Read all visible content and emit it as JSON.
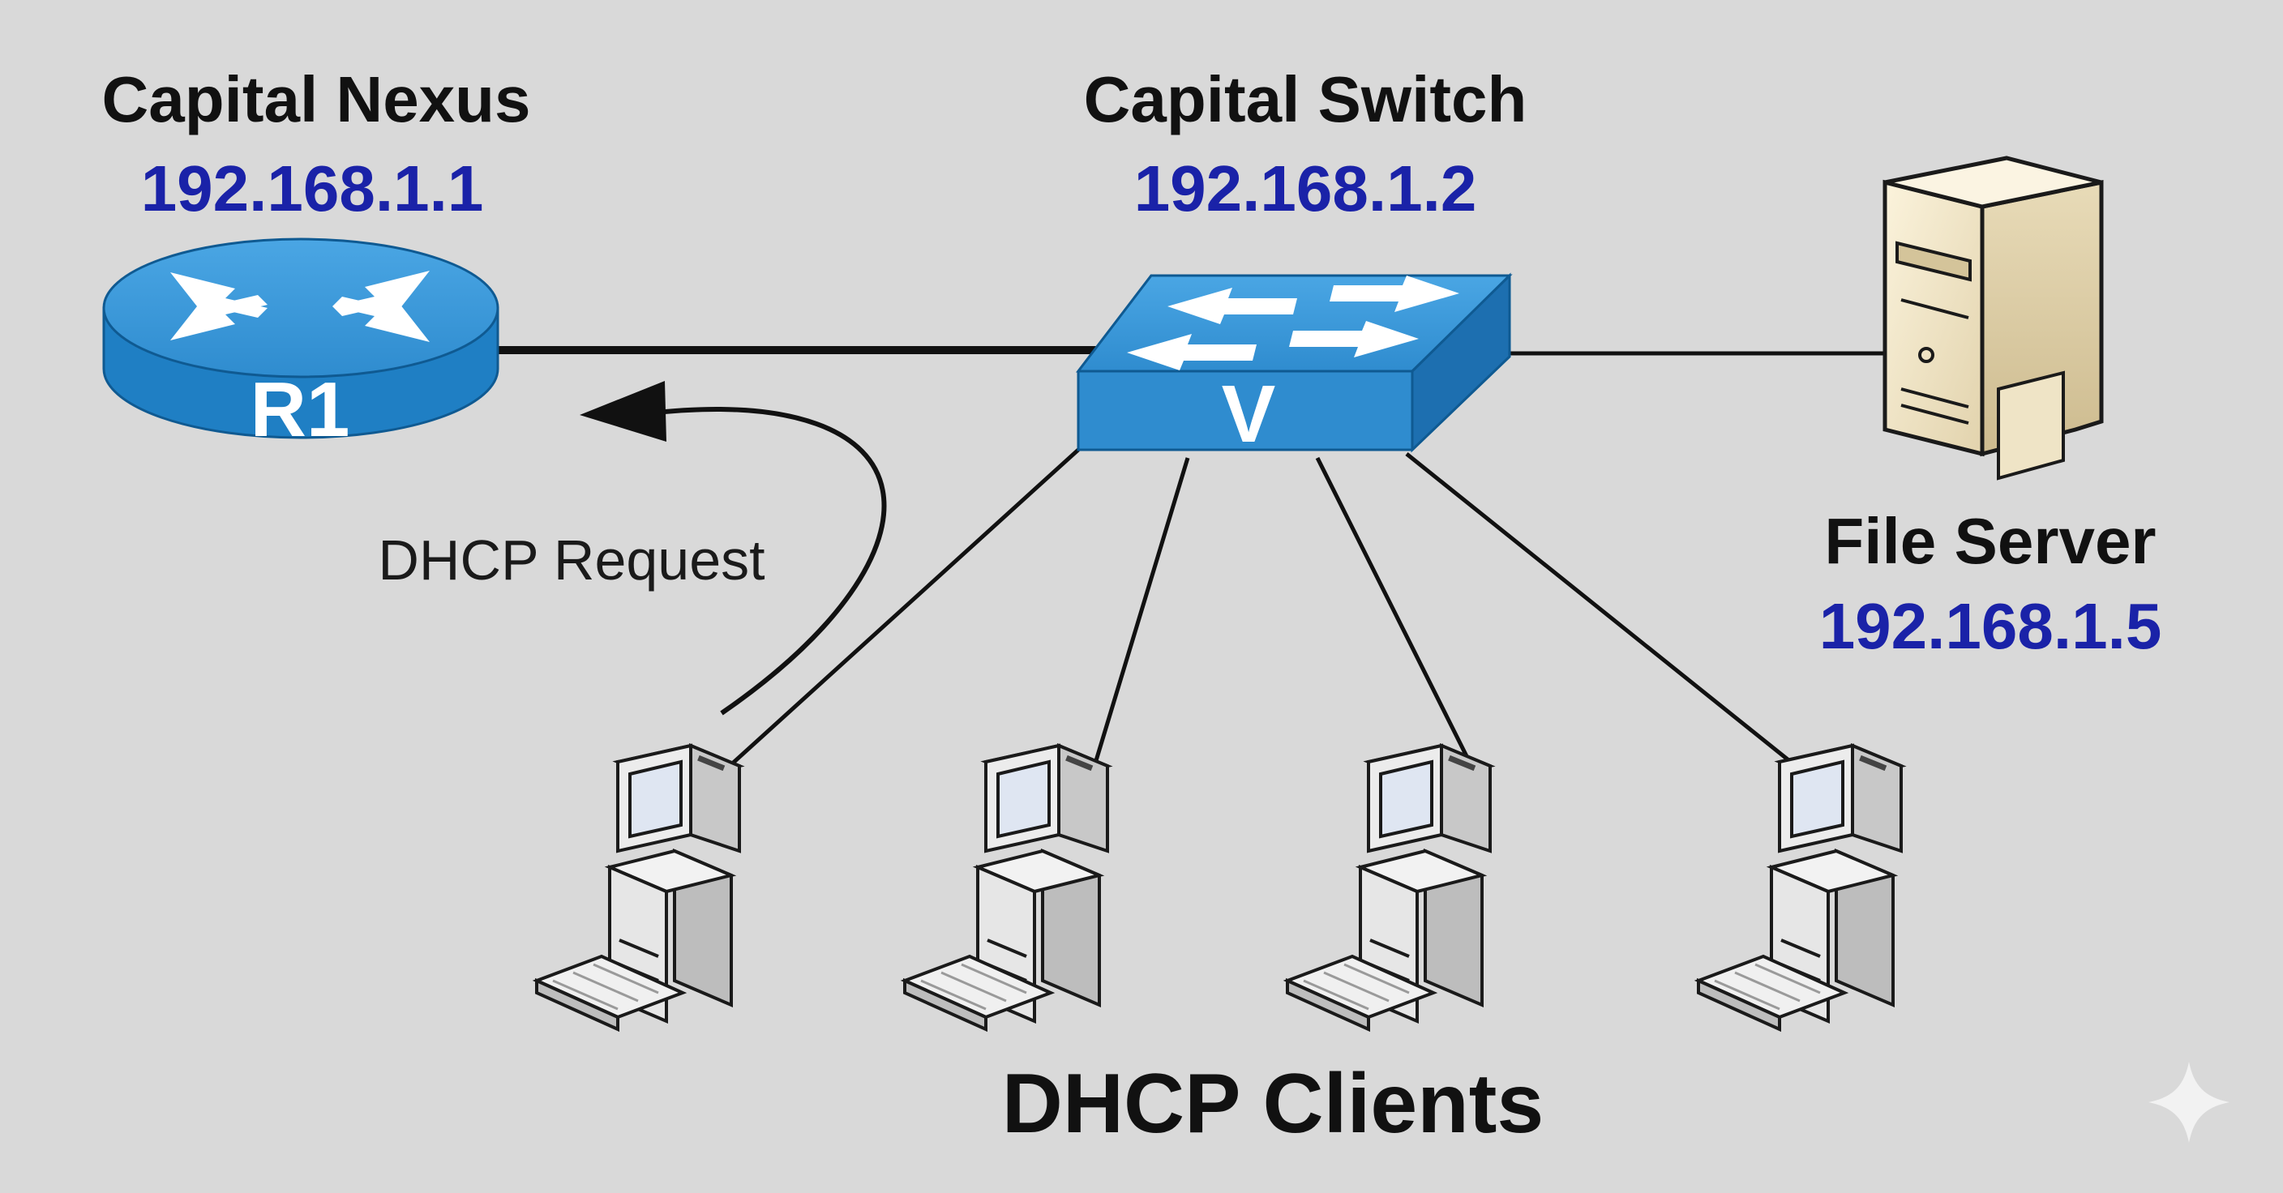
{
  "colors": {
    "background": "#d9d9d9",
    "ip_text": "#1a22a8",
    "device_blue": "#2a8ad0",
    "link": "#111111"
  },
  "nodes": {
    "router": {
      "name": "Capital Nexus",
      "ip": "192.168.1.1",
      "badge": "R1",
      "icon": "router-icon"
    },
    "switch": {
      "name": "Capital Switch",
      "ip": "192.168.1.2",
      "badge": "V",
      "icon": "switch-icon"
    },
    "server": {
      "name": "File Server",
      "ip": "192.168.1.5",
      "icon": "server-icon"
    }
  },
  "clients": [
    {
      "icon": "computer-icon"
    },
    {
      "icon": "computer-icon"
    },
    {
      "icon": "computer-icon"
    },
    {
      "icon": "computer-icon"
    }
  ],
  "annotation": {
    "request": "DHCP Request"
  },
  "group_label": "DHCP Clients"
}
